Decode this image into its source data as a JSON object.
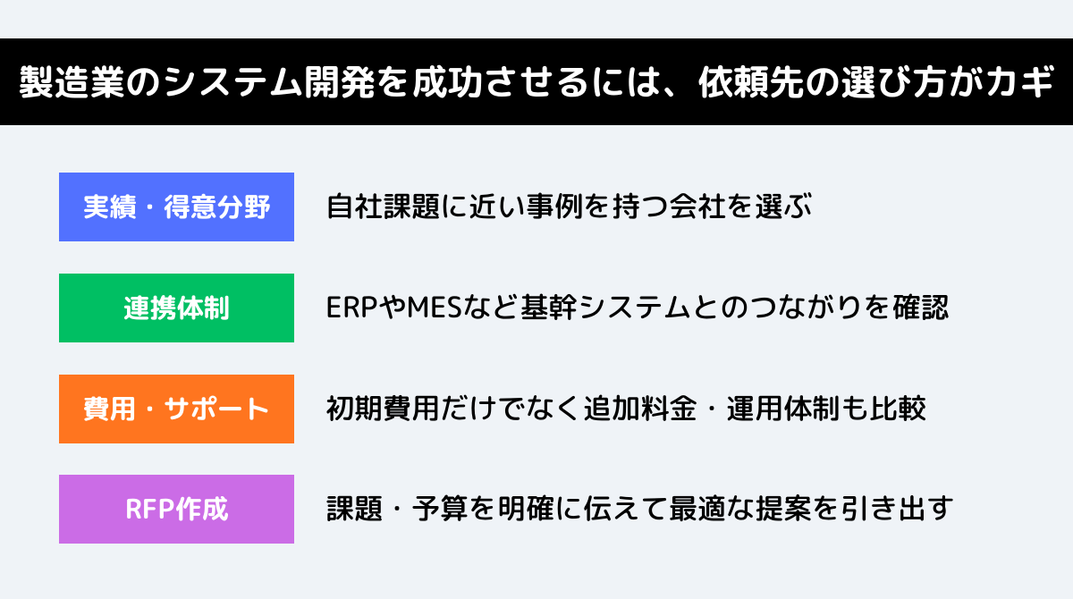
{
  "page": {
    "background_color": "#eff3f7"
  },
  "header": {
    "title": "製造業のシステム開発を成功させるには、依頼先の選び方がカギ",
    "background_color": "#000000",
    "text_color": "#ffffff"
  },
  "rows": [
    {
      "label": "実績・得意分野",
      "box_color": "#5271ff",
      "label_color": "#ffffff",
      "description": "自社課題に近い事例を持つ会社を選ぶ"
    },
    {
      "label": "連携体制",
      "box_color": "#00bf63",
      "label_color": "#ffffff",
      "description": "ERPやMESなど基幹システムとのつながりを確認"
    },
    {
      "label": "費用・サポート",
      "box_color": "#ff751f",
      "label_color": "#ffffff",
      "description": "初期費用だけでなく追加料金・運用体制も比較"
    },
    {
      "label": "RFP作成",
      "box_color": "#cb6ce6",
      "label_color": "#ffffff",
      "description": "課題・予算を明確に伝えて最適な提案を引き出す"
    }
  ],
  "text": {
    "description_color": "#000000"
  }
}
